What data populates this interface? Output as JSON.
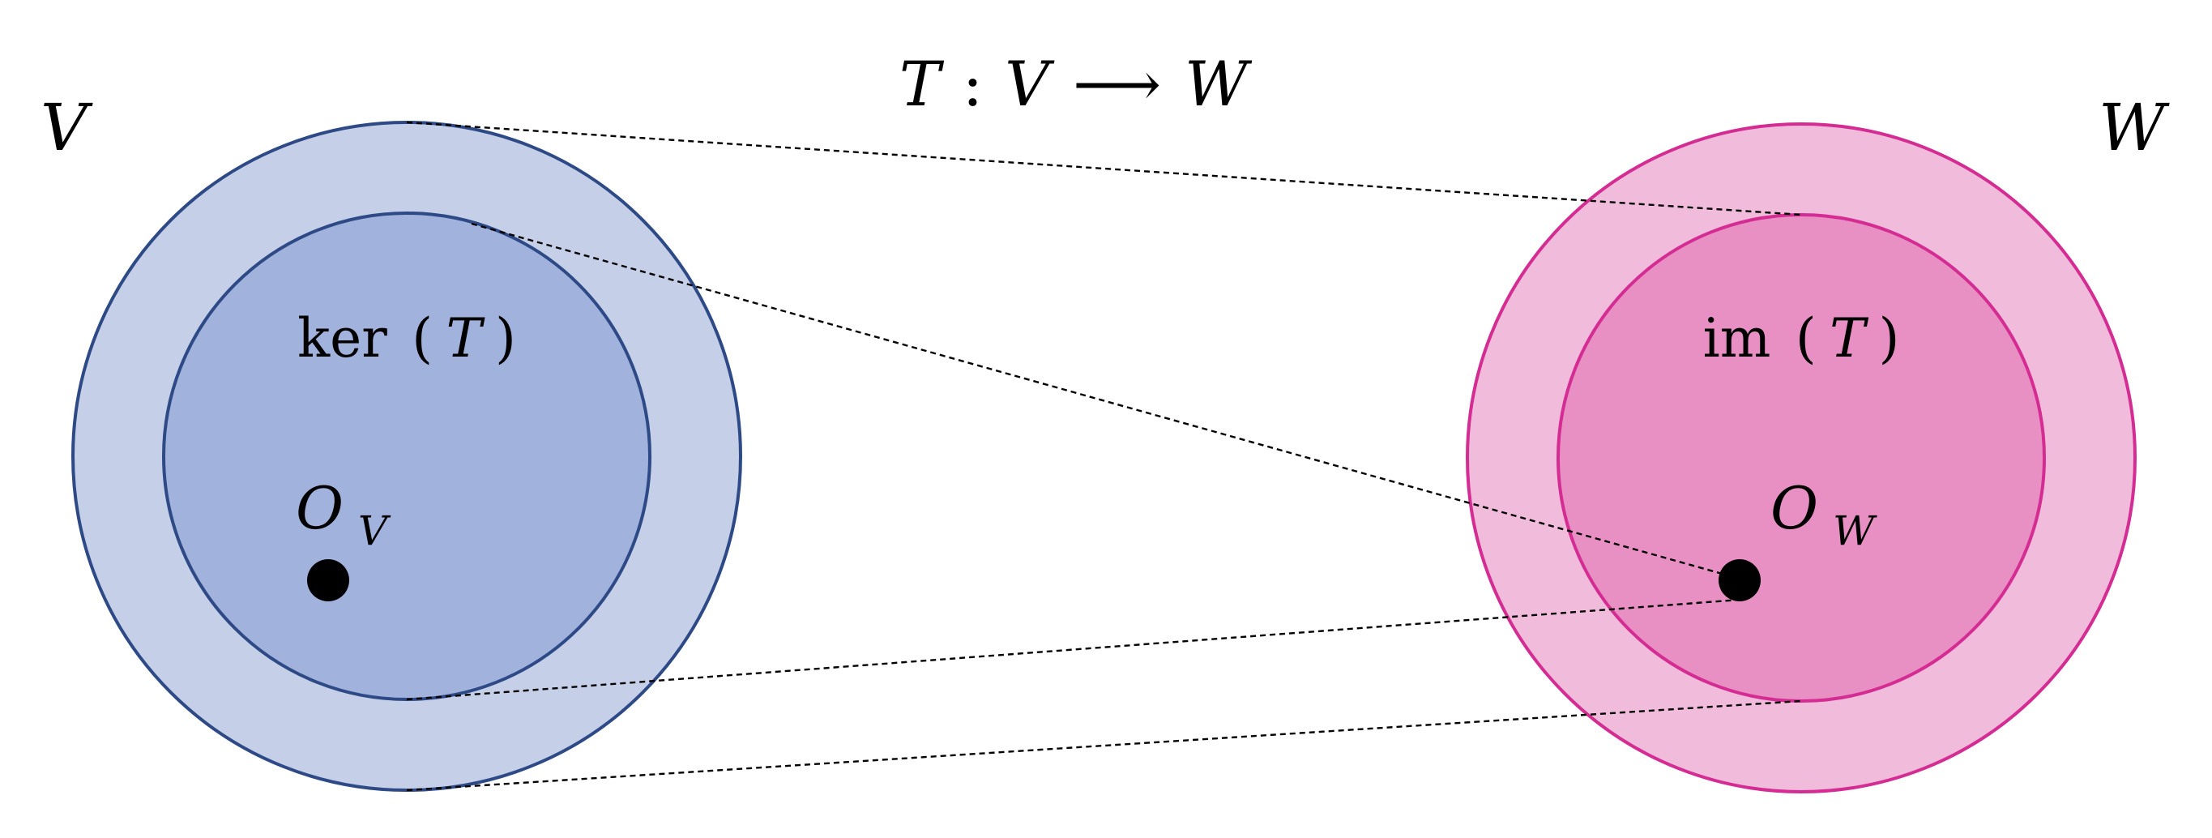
{
  "title": {
    "map": "T",
    "colon": ":",
    "domain": "V",
    "arrow": "⟶",
    "codomain": "W"
  },
  "domain_label": "V",
  "codomain_label": "W",
  "kernel_label": {
    "op": "ker",
    "lparen": "(",
    "arg": "T",
    "rparen": ")"
  },
  "image_label": {
    "op": "im",
    "lparen": "(",
    "arg": "T",
    "rparen": ")"
  },
  "zero_v": {
    "letter": "O",
    "subscript": "V"
  },
  "zero_w": {
    "letter": "O",
    "subscript": "W"
  },
  "colors": {
    "domain_fill": "#c5cfe8",
    "domain_stroke": "#2e4a86",
    "kernel_fill": "#a1b2dc",
    "codomain_fill": "#f1bcdb",
    "codomain_stroke": "#d42c93",
    "image_fill": "#e88fc3",
    "point": "#000000",
    "dashed_line": "#000000"
  }
}
